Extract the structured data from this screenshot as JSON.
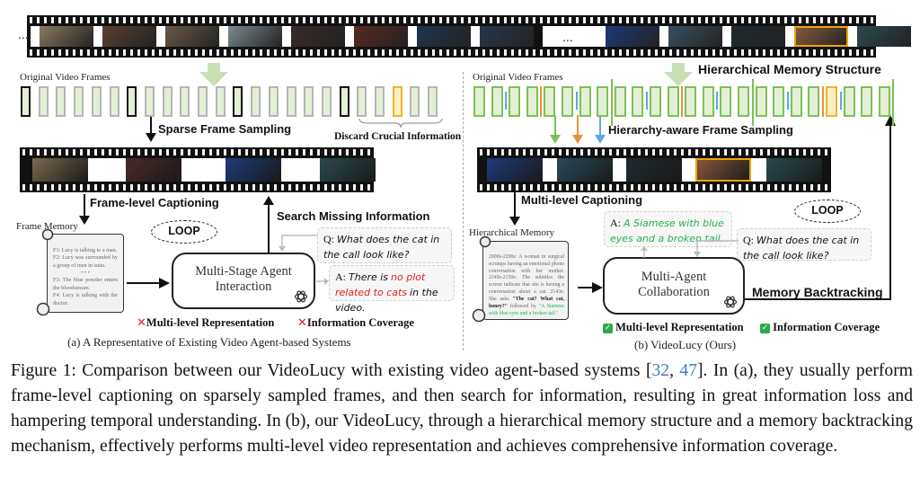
{
  "top_filmstrip": {
    "ellipsis_left": "...",
    "ellipsis_mid": "...",
    "ellipsis_right": "...",
    "frame_colors": [
      "#8a7a60",
      "#5a4030",
      "#6a5a48",
      "#7a8a90",
      "#3a2a28",
      "#5a2a20",
      "#1f3550",
      "#26384a",
      "#1e3a7a",
      "#3a5060",
      "#1f2a30",
      "#8a5a40",
      "#2a4a50"
    ],
    "highlight_color": "#f0a500"
  },
  "panel_a": {
    "original_frames_label": "Original Video Frames",
    "sparse_sampling_label": "Sparse Frame Sampling",
    "discard_label": "Discard Crucial Information",
    "frame_captioning_label": "Frame-level Captioning",
    "search_missing_label": "Search Missing Information",
    "frame_memory_label": "Frame Memory",
    "memory_lines": [
      "F1: Lucy is talking to a man.",
      "F2: Lucy was surrounded by a group of men in suits.",
      "• • •",
      "F3: The blue powder enters the bloodstream.",
      "F4: Lucy is talking with the doctor."
    ],
    "loop_label": "LOOP",
    "agent_line1": "Multi-Stage Agent",
    "agent_line2": "Interaction",
    "question_prefix": "Q:",
    "question_text": "What does the cat in the call look like?",
    "answer_prefix": "A:",
    "answer_part1": "There is",
    "answer_part2_red": "no plot related to cats",
    "answer_part3": "in the video.",
    "criteria": [
      {
        "label": "Multi-level Representation",
        "status": "fail"
      },
      {
        "label": "Information Coverage",
        "status": "fail"
      }
    ],
    "subcaption": "(a) A Representative of Existing Video Agent-based Systems",
    "agent_color": "#f9e0d0"
  },
  "panel_b": {
    "hierarchical_structure_label": "Hierarchical Memory Structure",
    "original_frames_label": "Original Video Frames",
    "hierarchy_sampling_label": "Hierarchy-aware Frame Sampling",
    "multi_level_captioning_label": "Multi-level Captioning",
    "hierarchical_memory_label": "Hierarchical Memory",
    "memory_text_1": "2000s-2200s: A woman in surgical scrumps having an emotional phone conversation with her mother. 2140s-2150s: The subtitles the screen indicate that she is having a conversation about a cat. 2143s: She asks",
    "memory_text_bold": "\"The cat? What cat, honey?\"",
    "memory_text_2": "followed by",
    "memory_text_green": "\"A Siamese with blue eyes and a broken tail.\"",
    "loop_label": "LOOP",
    "agent_line1": "Multi-Agent",
    "agent_line2": "Collaboration",
    "answer_prefix": "A:",
    "answer_green": "A Siamese with blue eyes and a broken tail.",
    "question_prefix": "Q:",
    "question_text": "What does the cat in the call look like?",
    "backtracking_label": "Memory Backtracking",
    "criteria": [
      {
        "label": "Multi-level Representation",
        "status": "pass"
      },
      {
        "label": "Information Coverage",
        "status": "pass"
      }
    ],
    "subcaption": "(b) VideoLucy (Ours)",
    "agent_color": "#dde8f3",
    "level_colors": {
      "top": "#7fbf57",
      "mid": "#e8913a",
      "low": "#5fa8de"
    }
  },
  "figure_caption": {
    "prefix": "Figure 1: Comparison between our VideoLucy with existing video agent-based systems [",
    "cite1": "32",
    "sep": ", ",
    "cite2": "47",
    "rest": "]. In (a), they usually perform frame-level captioning on sparsely sampled frames, and then search for information, resulting in great information loss and hampering temporal understanding. In (b), our VideoLucy, through a hierarchical memory structure and a memory backtracking mechanism, effectively performs multi-level video representation and achieves comprehensive information coverage."
  }
}
